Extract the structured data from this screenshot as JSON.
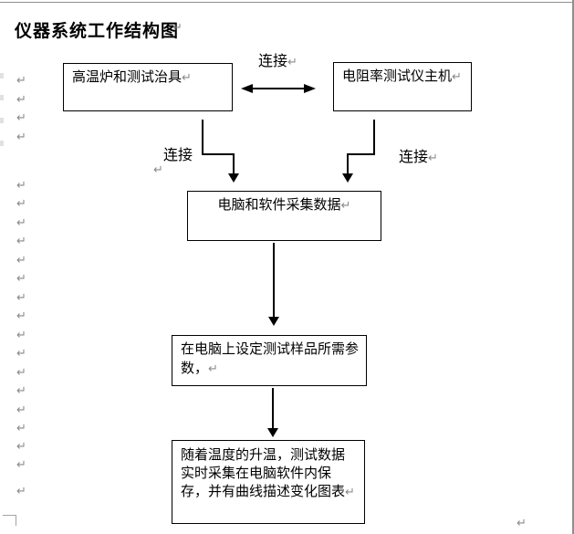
{
  "page": {
    "title": "仪器系统工作结构图"
  },
  "marks": {
    "return_glyph": "↵"
  },
  "margin_marks_y": [
    82,
    103,
    123,
    144,
    197,
    217,
    238,
    258,
    279,
    299,
    320,
    340,
    361,
    381,
    402,
    422,
    443,
    463,
    483,
    503,
    532
  ],
  "flow": {
    "box_furnace": {
      "text": "高温炉和测试治具"
    },
    "box_resistivity": {
      "text": "电阻率测试仪主机"
    },
    "box_computer": {
      "text": "电脑和软件采集数据"
    },
    "box_params": {
      "text": "在电脑上设定测试样品所需参数，"
    },
    "box_result": {
      "text": "随着温度的升温，测试数据实时采集在电脑软件内保存，并有曲线描述变化图表"
    },
    "labels": {
      "connect_top": "连接",
      "connect_left": "连接",
      "connect_right": "连接"
    }
  },
  "colors": {
    "line": "#000000",
    "page_border": "#8f8f8f",
    "paragraph_mark": "#8a8a8a"
  }
}
